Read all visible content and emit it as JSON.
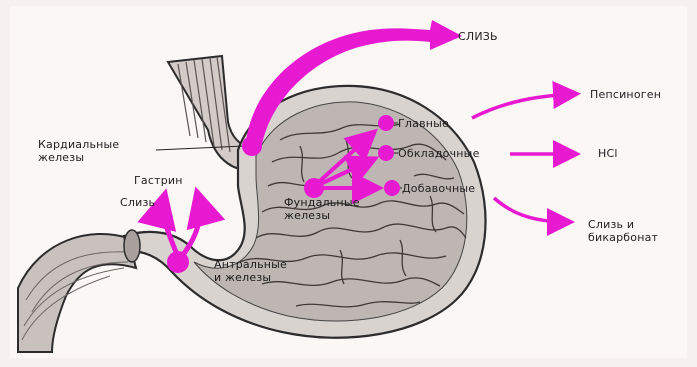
{
  "diagram": {
    "labels": {
      "mucus_top": "СЛИЗЬ",
      "cardiac": "Кардиальные\nжелезы",
      "gastrin": "Гастрин",
      "mucus_left": "Слизь",
      "chief": "Главные",
      "parietal": "Обкладочные",
      "accessory": "Добавочные",
      "fundic": "Фундальные\nжелезы",
      "antral": "Антральные\nи железы",
      "pepsinogen": "Пепсиноген",
      "hcl": "HCl",
      "mucus_bicarb": "Слизь и\nбикарбонат"
    },
    "colors": {
      "accent": "#e81ad1",
      "organ_outline": "#2c2c2c",
      "organ_fill": "#d9d3d0",
      "mucosa": "#b9b2b0",
      "background": "#fbf7f5"
    }
  }
}
